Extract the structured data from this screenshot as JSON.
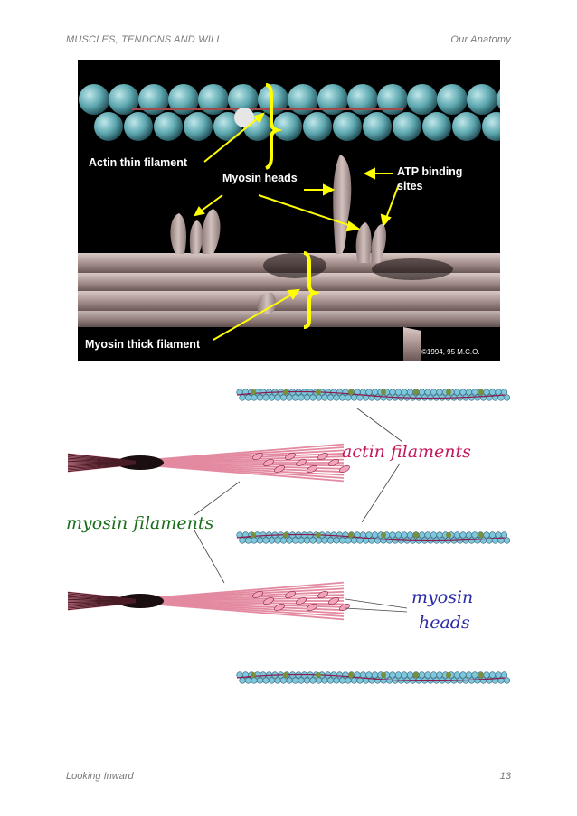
{
  "header": {
    "left": "MUSCLES, TENDONS AND WILL",
    "right": "Our Anatomy"
  },
  "footer": {
    "left": "Looking Inward",
    "right": "13"
  },
  "figure1": {
    "labels": {
      "actin": "Actin thin filament",
      "myosin_heads": "Myosin heads",
      "atp_line1": "ATP binding",
      "atp_line2": "sites",
      "thick": "Myosin thick filament",
      "copyright": "©1994, 95 M.C.O."
    }
  },
  "figure2": {
    "labels": {
      "actin": "actin filaments",
      "myosin": "myosin filaments",
      "heads_line1": "myosin",
      "heads_line2": "heads"
    },
    "colors": {
      "actin_label": "#c2185b",
      "myosin_label": "#1b6e1b",
      "heads_label": "#2a2aa8"
    }
  }
}
